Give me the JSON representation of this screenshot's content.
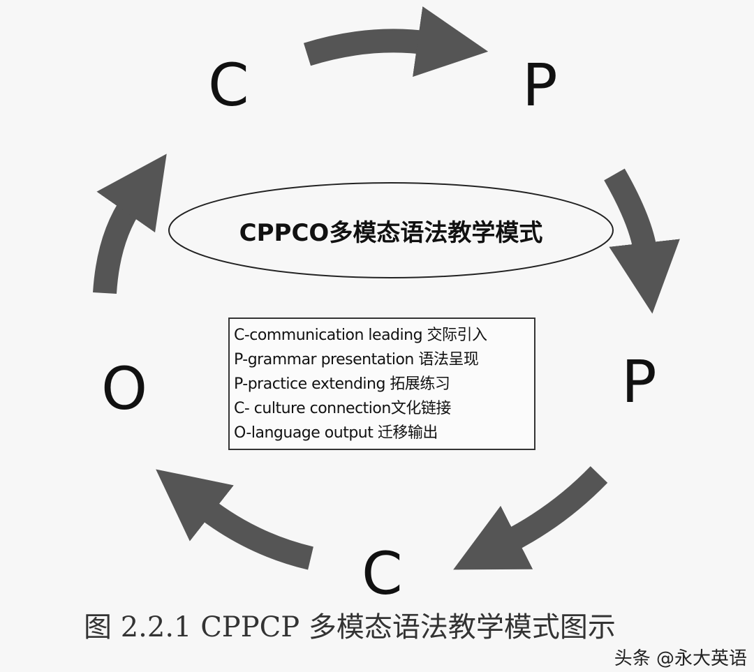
{
  "diagram": {
    "title": "CPPCO多模态语法教学模式",
    "nodes": [
      "C",
      "P",
      "P",
      "C",
      "O"
    ],
    "legend": [
      "C-communication leading 交际引入",
      "P-grammar presentation 语法呈现",
      "P-practice extending 拓展练习",
      "C- culture connection文化链接",
      "O-language output 迁移输出"
    ],
    "caption": "图 2.2.1 CPPCP 多模态语法教学模式图示",
    "watermark": "头条 @永大英语",
    "colors": {
      "arrow": "#555555",
      "text": "#111111",
      "background": "#f7f7f7"
    }
  }
}
